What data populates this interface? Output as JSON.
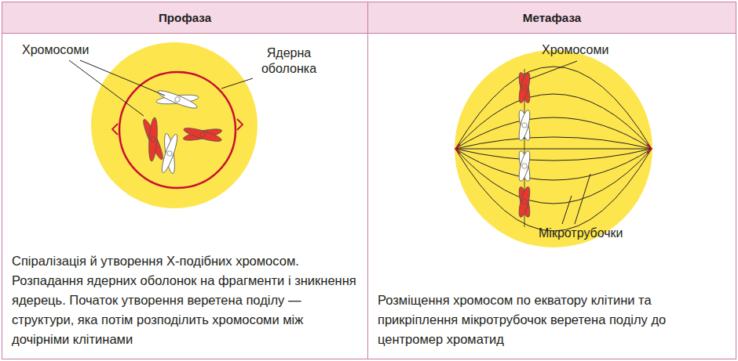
{
  "diagram": {
    "nodes": [
      {
        "text": [
          "Профаза"
        ]
      },
      {
        "text": [
          "Спіралізація й утворення X-подібних хромосом. Розпадання ядерних оболонок на фрагменти і зникнення ядерець. Початок утворення веретена поділу — структури, яка потім розподілить хромосоми між дочірніми клітинами"
        ]
      },
      {
        "text": [
          "Метафаза"
        ]
      },
      {
        "text": [
          "Розміщення хромосом по екватору клітини та прикріплення мікротрубочок веретена поділу до центромер хроматид"
        ]
      }
    ],
    "labels": [
      "Хромосоми",
      "Ядерна оболонка",
      "Хромосоми",
      "Мікротрубочки"
    ]
  }
}
